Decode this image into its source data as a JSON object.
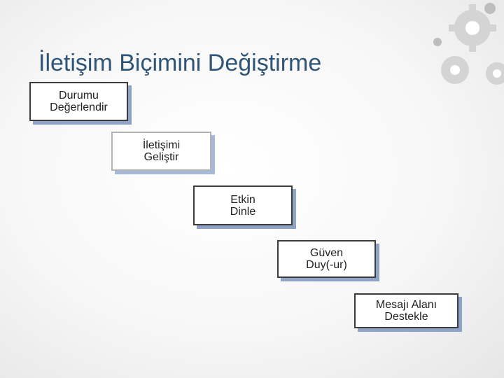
{
  "title": "İletişim Biçimini Değiştirme",
  "steps": [
    {
      "line1": "Durumu",
      "line2": "Değerlendir"
    },
    {
      "line1": "İletişimi",
      "line2": "Geliştir"
    },
    {
      "line1": "Etkin",
      "line2": "Dinle"
    },
    {
      "line1": "Güven",
      "line2": "Duy(-ur)"
    },
    {
      "line1": "Mesajı Alanı",
      "line2": "Destekle"
    }
  ]
}
